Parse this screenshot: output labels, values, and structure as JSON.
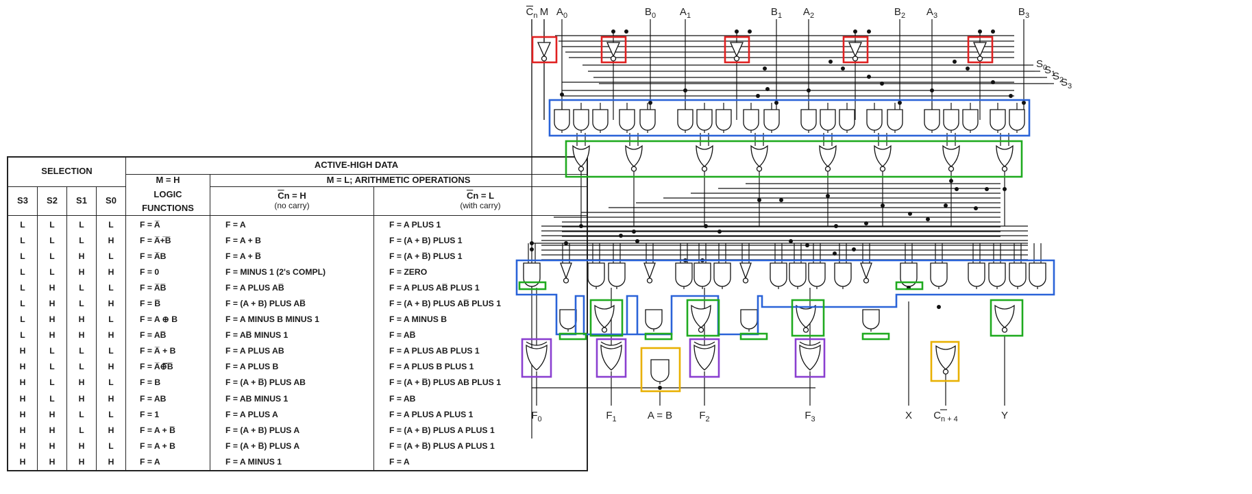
{
  "table": {
    "selection_header": "SELECTION",
    "active_high_header": "ACTIVE-HIGH DATA",
    "logic_header_line1": "M = H",
    "logic_header_line2": "LOGIC",
    "logic_header_line3": "FUNCTIONS",
    "arith_header": "M = L; ARITHMETIC OPERATIONS",
    "cn_h_header": "C",
    "cn_h_header_tail": "n = H",
    "cn_h_sub": "(no carry)",
    "cn_l_header": "C",
    "cn_l_header_tail": "n = L",
    "cn_l_sub": "(with carry)",
    "columns": [
      "S3",
      "S2",
      "S1",
      "S0"
    ],
    "rows": [
      {
        "s3": "L",
        "s2": "L",
        "s1": "L",
        "s0": "L",
        "logic": "F = A̅",
        "nc": "F = A",
        "wc": "F = A PLUS 1"
      },
      {
        "s3": "L",
        "s2": "L",
        "s1": "L",
        "s0": "H",
        "logic": "F = A̅+̅B̅",
        "nc": "F = A + B",
        "wc": "F = (A + B) PLUS 1"
      },
      {
        "s3": "L",
        "s2": "L",
        "s1": "H",
        "s0": "L",
        "logic": "F = A̅B",
        "nc": "F = A + B̅",
        "wc": "F = (A + B̅) PLUS 1"
      },
      {
        "s3": "L",
        "s2": "L",
        "s1": "H",
        "s0": "H",
        "logic": "F = 0",
        "nc": "F = MINUS 1 (2's COMPL)",
        "wc": "F = ZERO"
      },
      {
        "s3": "L",
        "s2": "H",
        "s1": "L",
        "s0": "L",
        "logic": "F = A̅B̅",
        "nc": "F = A PLUS AB̅",
        "wc": "F = A PLUS AB̅ PLUS 1"
      },
      {
        "s3": "L",
        "s2": "H",
        "s1": "L",
        "s0": "H",
        "logic": "F = B̅",
        "nc": "F = (A + B) PLUS AB̅",
        "wc": "F = (A + B) PLUS AB̅ PLUS 1"
      },
      {
        "s3": "L",
        "s2": "H",
        "s1": "H",
        "s0": "L",
        "logic": "F = A ⊕ B",
        "nc": "F = A MINUS B MINUS 1",
        "wc": "F = A MINUS B"
      },
      {
        "s3": "L",
        "s2": "H",
        "s1": "H",
        "s0": "H",
        "logic": "F = AB̅",
        "nc": "F = AB̅ MINUS 1",
        "wc": "F = AB̅"
      },
      {
        "s3": "H",
        "s2": "L",
        "s1": "L",
        "s0": "L",
        "logic": "F = A̅ + B",
        "nc": "F = A PLUS AB",
        "wc": "F = A PLUS AB PLUS 1"
      },
      {
        "s3": "H",
        "s2": "L",
        "s1": "L",
        "s0": "H",
        "logic": "F = A̅⊕̅B̅",
        "nc": "F = A PLUS B",
        "wc": "F = A PLUS B PLUS 1"
      },
      {
        "s3": "H",
        "s2": "L",
        "s1": "H",
        "s0": "L",
        "logic": "F = B",
        "nc": "F = (A + B̅) PLUS AB",
        "wc": "F = (A + B̅) PLUS AB PLUS 1"
      },
      {
        "s3": "H",
        "s2": "L",
        "s1": "H",
        "s0": "H",
        "logic": "F = AB",
        "nc": "F = AB MINUS 1",
        "wc": "F = AB"
      },
      {
        "s3": "H",
        "s2": "H",
        "s1": "L",
        "s0": "L",
        "logic": "F = 1",
        "nc": "F =  A PLUS A",
        "wc": "F = A PLUS A PLUS 1"
      },
      {
        "s3": "H",
        "s2": "H",
        "s1": "L",
        "s0": "H",
        "logic": "F = A + B̅",
        "nc": "F = (A + B) PLUS A",
        "wc": "F = (A + B) PLUS A PLUS 1"
      },
      {
        "s3": "H",
        "s2": "H",
        "s1": "H",
        "s0": "L",
        "logic": "F = A + B",
        "nc": "F = (A + B̅) PLUS A",
        "wc": "F = (A + B̅) PLUS A PLUS 1"
      },
      {
        "s3": "H",
        "s2": "H",
        "s1": "H",
        "s0": "H",
        "logic": "F = A",
        "nc": "F = A MINUS 1",
        "wc": "F = A"
      }
    ]
  },
  "diagram": {
    "top_inputs": [
      {
        "label": "C",
        "sub": "n",
        "overbar": true
      },
      {
        "label": "M",
        "sub": ""
      },
      {
        "label": "A",
        "sub": "0"
      },
      {
        "label": "B",
        "sub": "0"
      },
      {
        "label": "A",
        "sub": "1"
      },
      {
        "label": "B",
        "sub": "1"
      },
      {
        "label": "A",
        "sub": "2"
      },
      {
        "label": "B",
        "sub": "2"
      },
      {
        "label": "A",
        "sub": "3"
      },
      {
        "label": "B",
        "sub": "3"
      }
    ],
    "select_inputs": [
      {
        "label": "S",
        "sub": "0"
      },
      {
        "label": "S",
        "sub": "1"
      },
      {
        "label": "S",
        "sub": "2"
      },
      {
        "label": "S",
        "sub": "3"
      }
    ],
    "outputs": [
      {
        "label": "F",
        "sub": "0"
      },
      {
        "label": "F",
        "sub": "1"
      },
      {
        "label": "A = B",
        "sub": ""
      },
      {
        "label": "F",
        "sub": "2"
      },
      {
        "label": "F",
        "sub": "3"
      },
      {
        "label": "X",
        "sub": ""
      },
      {
        "label": "C",
        "sub": "n + 4",
        "overbar": true
      },
      {
        "label": "Y",
        "sub": ""
      }
    ],
    "highlight_colors": {
      "inverter_boxes": "#e02020",
      "and_banks": "#2a63d8",
      "nor_bank": "#1faa1f",
      "xor_outputs": "#8a3fd0",
      "compare_gates": "#e8b000"
    }
  }
}
